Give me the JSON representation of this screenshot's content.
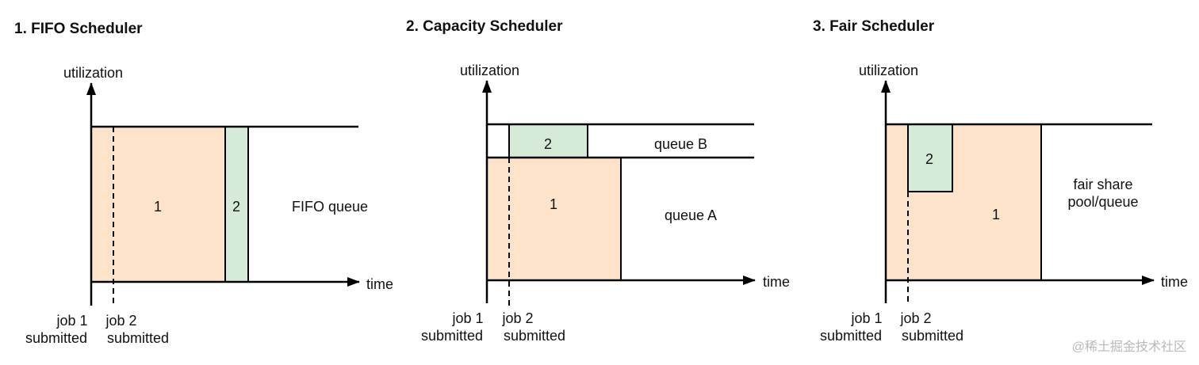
{
  "colors": {
    "job1_fill": "#fde3c9",
    "job2_fill": "#d6ead8",
    "line": "#000000",
    "watermark": "#b9b9b9"
  },
  "panels": [
    {
      "title": "1. FIFO Scheduler",
      "y_axis_label": "utilization",
      "x_axis_label": "time",
      "job1_block_label": "1",
      "job2_block_label": "2",
      "queue_label": "FIFO queue",
      "job1_submitted": [
        "job 1",
        "submitted"
      ],
      "job2_submitted": [
        "job 2",
        "submitted"
      ]
    },
    {
      "title": "2. Capacity Scheduler",
      "y_axis_label": "utilization",
      "x_axis_label": "time",
      "job1_block_label": "1",
      "job2_block_label": "2",
      "queue_b_label": "queue B",
      "queue_a_label": "queue A",
      "job1_submitted": [
        "job 1",
        "submitted"
      ],
      "job2_submitted": [
        "job 2",
        "submitted"
      ]
    },
    {
      "title": "3. Fair Scheduler",
      "y_axis_label": "utilization",
      "x_axis_label": "time",
      "job1_block_label": "1",
      "job2_block_label": "2",
      "queue_label": [
        "fair share",
        "pool/queue"
      ],
      "job1_submitted": [
        "job 1",
        "submitted"
      ],
      "job2_submitted": [
        "job 2",
        "submitted"
      ]
    }
  ],
  "watermark": "@稀土掘金技术社区"
}
